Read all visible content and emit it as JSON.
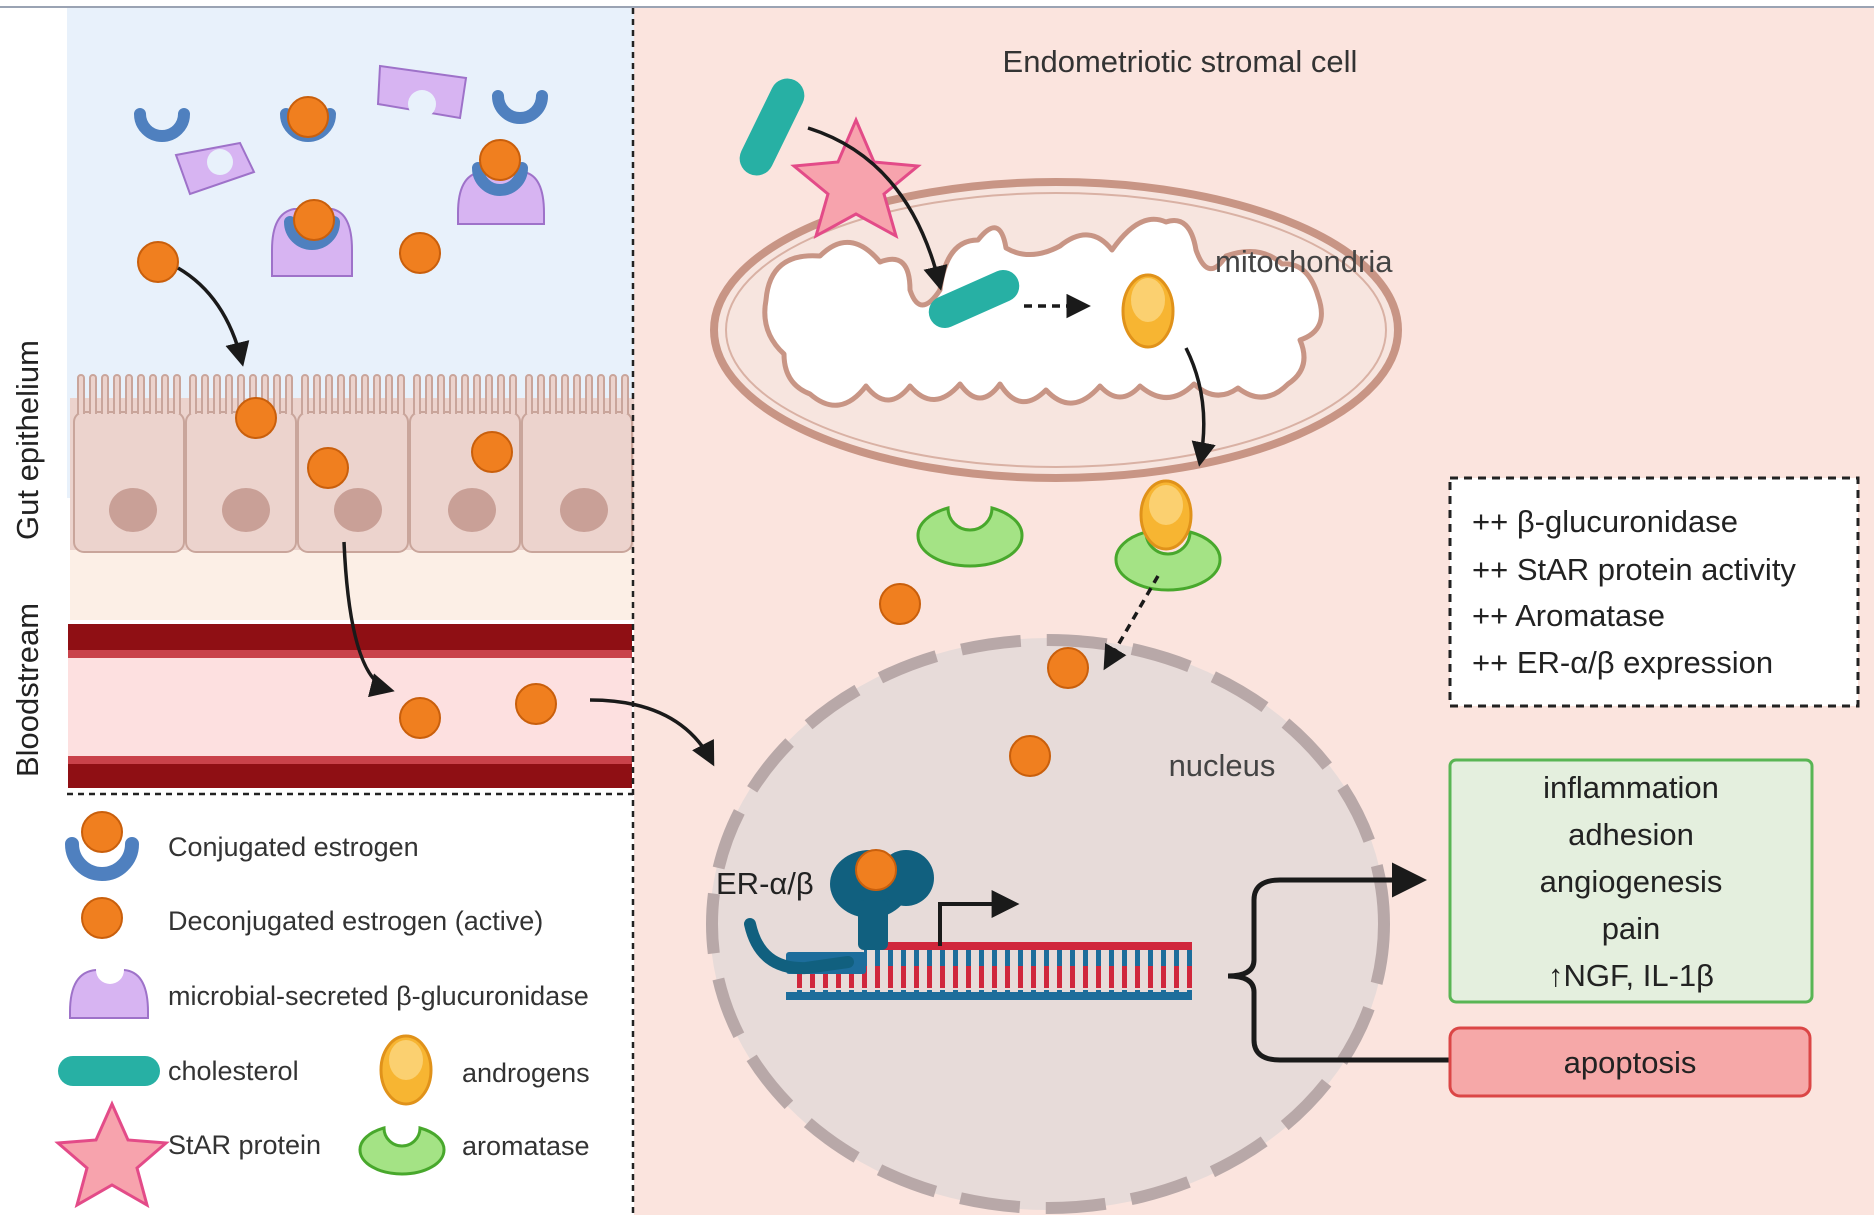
{
  "labels": {
    "cell_title": "Endometriotic stromal cell",
    "mitochondria": "mitochondria",
    "nucleus": "nucleus",
    "gut_epithelium": "Gut epithelium",
    "bloodstream": "Bloodstream",
    "er": "ER-α/β"
  },
  "legend": {
    "conjugated": "Conjugated estrogen",
    "deconjugated": "Deconjugated estrogen (active)",
    "glucuronidase": "microbial-secreted β-glucuronidase",
    "cholesterol": "cholesterol",
    "androgens": "androgens",
    "star_protein": "StAR protein",
    "aromatase": "aromatase"
  },
  "increase_box": [
    "++ β-glucuronidase",
    "++ StAR protein activity",
    "++ Aromatase",
    "++ ER-α/β expression"
  ],
  "outcomes": [
    "inflammation",
    "adhesion",
    "angiogenesis",
    "pain",
    "↑NGF, IL-1β"
  ],
  "inhibited": "apoptosis",
  "colors": {
    "gut_bg": "#e8f1fb",
    "cell_bg": "#fbe4de",
    "estrogen": "#f07f1f",
    "estrogen_stroke": "#c95f0c",
    "glucuronidase": "#d7b4f2",
    "glucuronidase_stroke": "#9e72c9",
    "cap": "#4f80bf",
    "cholesterol": "#27b0a4",
    "star": "#f7a3ad",
    "star_stroke": "#e34b88",
    "androgen": "#f7b532",
    "aromatase": "#a4e385",
    "aromatase_stroke": "#48a82c",
    "mito_stroke": "#c89585",
    "nucleus_fill": "#e7dbd9",
    "nucleus_dash": "#b8a8a8",
    "outcome_bg": "#e4efde",
    "outcome_border": "#59b554",
    "apoptosis_bg": "#f6a8a8",
    "apoptosis_border": "#db4646",
    "vessel": "#8f0f14",
    "blood_bg": "#fde0e0",
    "dna_red": "#d0273c",
    "dna_blue": "#1d6d9b",
    "receptor": "#11607f"
  }
}
